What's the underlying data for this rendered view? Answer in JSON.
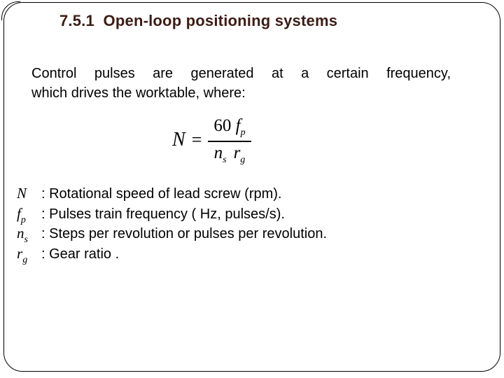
{
  "slide": {
    "title": "7.5.1  Open-loop positioning systems"
  },
  "intro": {
    "line1": "Control pulses are generated at a certain frequency,",
    "line2": "which drives the worktable, where:"
  },
  "formula": {
    "lhs": "N",
    "equals": "=",
    "num_coeff": "60 ",
    "num_var": "f",
    "num_sub": "p",
    "den_var1": "n",
    "den_sub1": "s",
    "den_var2": "r",
    "den_sub2": "g"
  },
  "definitions": [
    {
      "symbol": "N",
      "sub": "",
      "desc": ": Rotational speed of lead screw (rpm)."
    },
    {
      "symbol": "f",
      "sub": "p",
      "desc": ": Pulses train frequency ( Hz, pulses/s)."
    },
    {
      "symbol": "n",
      "sub": "s",
      "desc": ": Steps per revolution or pulses per revolution."
    },
    {
      "symbol": "r",
      "sub": "g",
      "desc": ": Gear ratio ."
    }
  ],
  "colors": {
    "title": "#3b1d15",
    "text": "#000000",
    "border": "#000000",
    "background": "#ffffff"
  }
}
